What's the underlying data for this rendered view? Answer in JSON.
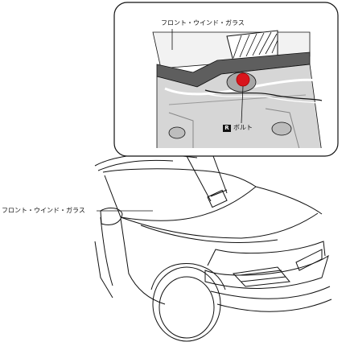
{
  "labels": {
    "detail_windshield": "フロント・ウインド・ガラス",
    "car_windshield": "フロント・ウインド・ガラス",
    "bolt": "ボルト",
    "bolt_badge": "R"
  },
  "colors": {
    "line": "#111111",
    "panel_fill": "#dcdcdc",
    "panel_dark": "#8a8a8a",
    "bolt_red": "#d8151c"
  },
  "icons": {
    "bolt_marker": "red-dot-icon"
  }
}
